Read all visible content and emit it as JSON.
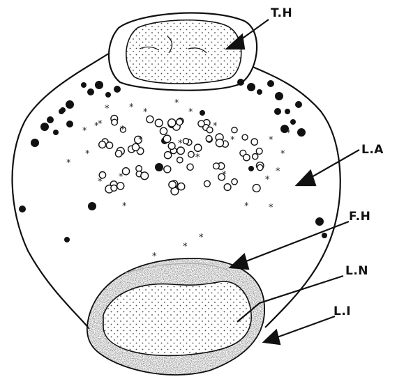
{
  "labels": {
    "th": "T.H",
    "la": "L.A",
    "fh": "F.H",
    "ln": "L.N",
    "li": "L.I"
  },
  "colors": {
    "ink": "#111111",
    "stipple": "#555555",
    "background": "#ffffff"
  }
}
